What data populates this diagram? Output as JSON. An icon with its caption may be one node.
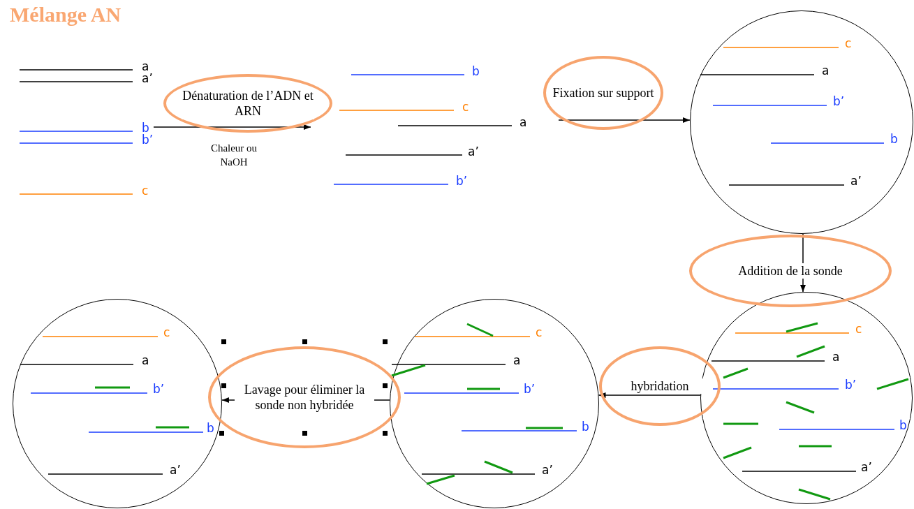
{
  "diagram": {
    "title": "Mélange AN",
    "nodes": [
      {
        "text": [],
        "shape": "picture"
      },
      {
        "text": [],
        "shape": "picture"
      },
      {
        "text": [],
        "shape": "circle"
      },
      {
        "text": [],
        "shape": "circle"
      },
      {
        "text": [],
        "shape": "circle"
      },
      {
        "text": [],
        "shape": "circle"
      }
    ],
    "edges": [
      {
        "from": 0,
        "to": 1,
        "arrow": "to",
        "label": "Dénaturation de l’ADN et ARN"
      },
      {
        "from": 1,
        "to": 2,
        "arrow": "to",
        "label": "Fixation sur support"
      },
      {
        "from": 2,
        "to": 3,
        "arrow": "to",
        "label": "Addition de la sonde"
      },
      {
        "from": 3,
        "to": 4,
        "arrow": "to",
        "label": "hybridation"
      },
      {
        "from": 4,
        "to": 5,
        "arrow": "to",
        "label": "Lavage pour éliminer la sonde non hybridée"
      }
    ],
    "labels": [
      "a",
      "a’",
      "b",
      "b’",
      "c",
      "Chaleur ou NaOH",
      "b",
      "c",
      "a",
      "a’",
      "b’",
      "c",
      "a",
      "b’",
      "b",
      "a’",
      "c",
      "a",
      "b’",
      "b",
      "a’",
      "c",
      "a",
      "b’",
      "b",
      "a’",
      "c",
      "a",
      "b’",
      "b",
      "a’"
    ]
  }
}
